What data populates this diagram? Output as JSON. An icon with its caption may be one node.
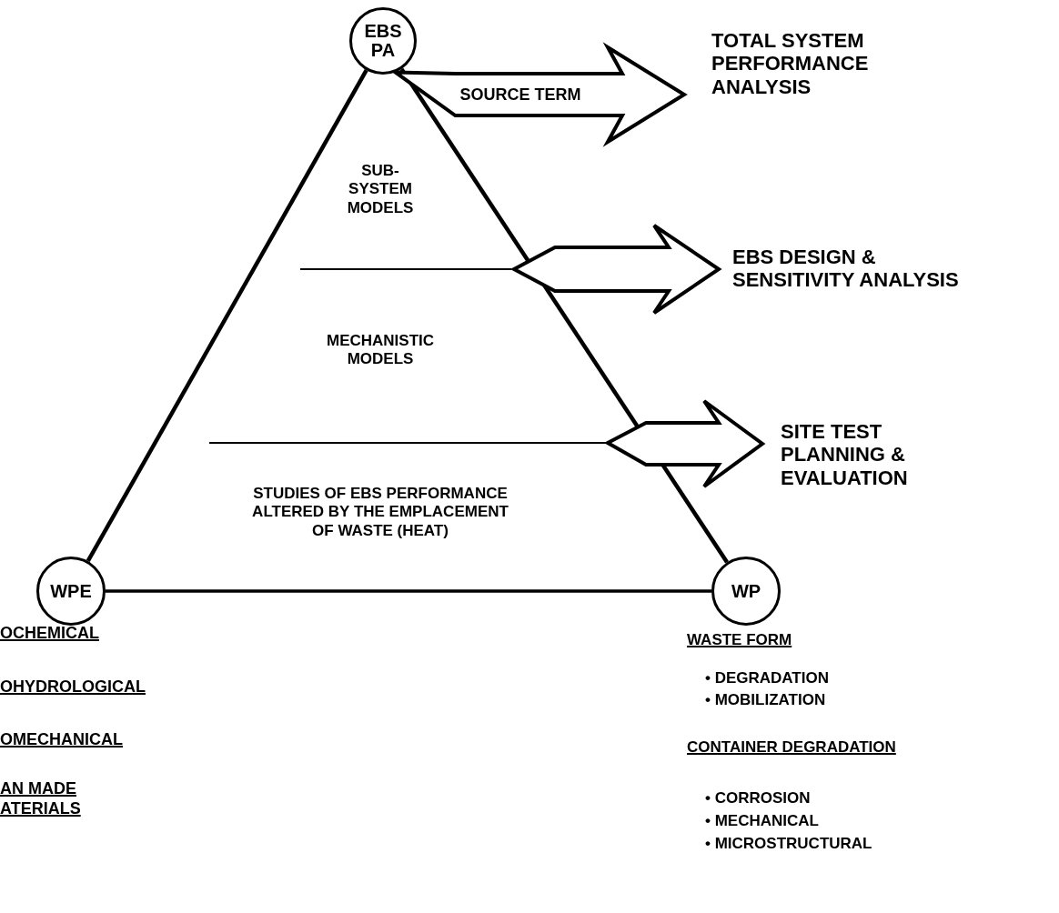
{
  "diagram": {
    "nodes": [
      {
        "text": [
          "EBS PA"
        ]
      },
      {
        "text": [
          "WPE"
        ]
      },
      {
        "text": [
          "WP"
        ]
      },
      {
        "text": [
          "TOTAL SYSTEM PERFORMANCE ANALYSIS"
        ]
      },
      {
        "text": [
          "EBS DESIGN & SENSITIVITY ANALYSIS"
        ]
      },
      {
        "text": [
          "SITE TEST PLANNING & EVALUATION"
        ]
      }
    ],
    "edges": [
      {
        "from": 0,
        "to": 1,
        "arrow": "none"
      },
      {
        "from": 0,
        "to": 2,
        "arrow": "none"
      },
      {
        "from": 1,
        "to": 2,
        "arrow": "none"
      },
      {
        "from": 0,
        "to": 3,
        "arrow": "to",
        "label": "SOURCE TERM"
      },
      {
        "from": null,
        "to": 4,
        "arrow": "both"
      },
      {
        "from": null,
        "to": 5,
        "arrow": "both"
      }
    ],
    "labels": [
      "SUB-SYSTEM MODELS",
      "MECHANISTIC MODELS",
      "STUDIES OF EBS PERFORMANCE ALTERED BY THE EMPLACEMENT OF WASTE (HEAT)",
      "OCHEMICAL",
      "OHYDROLOGICAL",
      "OMECHANICAL",
      "AN MADE ATERIALS",
      "WASTE FORM",
      "• DEGRADATION",
      "• MOBILIZATION",
      "CONTAINER DEGRADATION",
      "• CORROSION",
      "• MECHANICAL",
      "• MICROSTRUCTURAL"
    ]
  }
}
